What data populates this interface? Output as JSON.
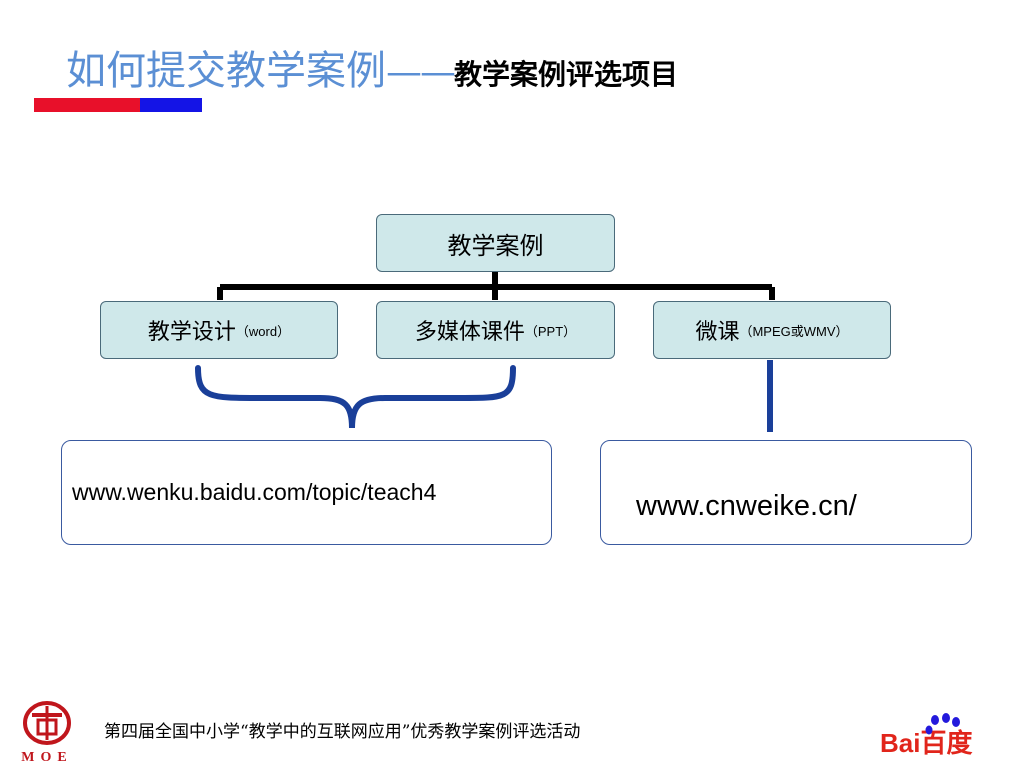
{
  "title": {
    "main": "如何提交教学案例",
    "dash": "——",
    "sub": "教学案例评选项目"
  },
  "diagram": {
    "root": "教学案例",
    "children": [
      {
        "label": "教学设计",
        "note": "（word）"
      },
      {
        "label": "多媒体课件",
        "note": "（PPT）"
      },
      {
        "label": "微课",
        "note": "（MPEG或WMV）"
      }
    ],
    "url_left": "www.wenku.baidu.com/topic/teach4",
    "url_right": "www.cnweike.cn/"
  },
  "footer": {
    "text": "第四届全国中小学“教学中的互联网应用”优秀教学案例评选活动",
    "moe_logo_text": "MOE",
    "baidu_logo_text": "Bai百度"
  },
  "colors": {
    "title_blue": "#5b8fd4",
    "accent_red": "#e8102a",
    "accent_blue": "#1414e6",
    "node_fill": "#cfe8ea",
    "brace_blue": "#1a3f99"
  }
}
